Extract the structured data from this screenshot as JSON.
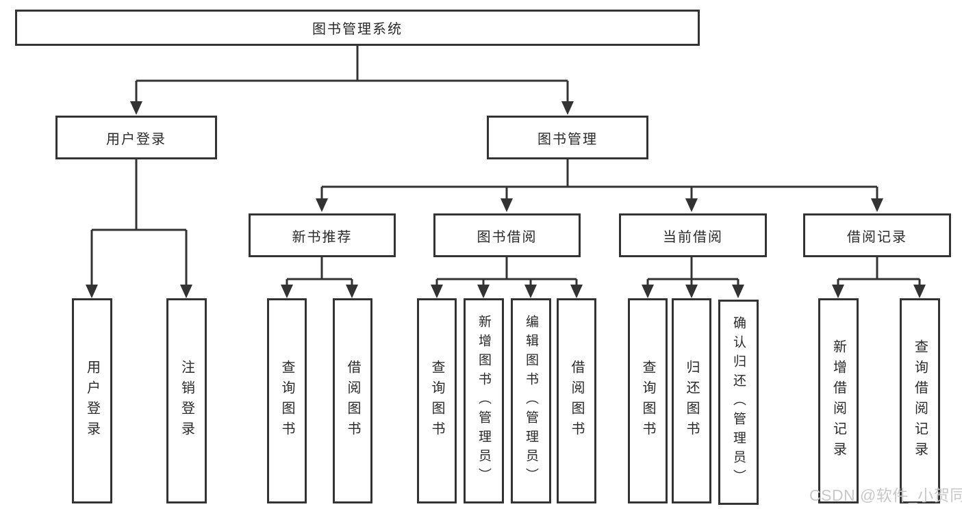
{
  "root_label": "图书管理系统",
  "login": {
    "label": "用户登录",
    "leaves": [
      "用户登录",
      "注销登录"
    ]
  },
  "mgmt": {
    "label": "图书管理",
    "groups": [
      {
        "label": "新书推荐",
        "leaves": [
          "查询图书",
          "借阅图书"
        ]
      },
      {
        "label": "图书借阅",
        "leaves": [
          "查询图书",
          "新增图书（管理员）",
          "编辑图书（管理员）",
          "借阅图书"
        ]
      },
      {
        "label": "当前借阅",
        "leaves": [
          "查询图书",
          "归还图书",
          "确认归还（管理员）"
        ]
      },
      {
        "label": "借阅记录",
        "leaves": [
          "新增借阅记录",
          "查询借阅记录"
        ]
      }
    ]
  },
  "watermark": "CSDN @软件_小贺同学",
  "colors": {
    "line": "#333333",
    "box_border": "#333333",
    "box_background": "#ffffff",
    "text": "#2a2a2a",
    "watermark_text": "#c8c8c8"
  }
}
